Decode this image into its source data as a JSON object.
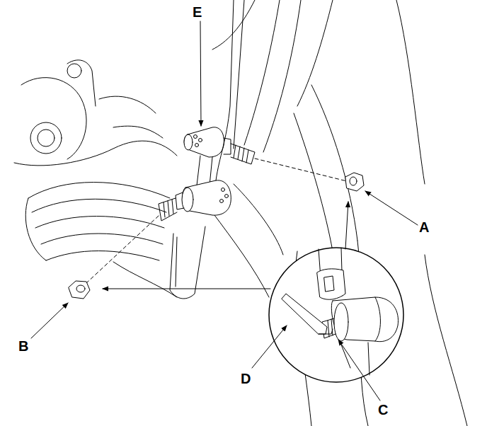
{
  "diagram": {
    "labels": [
      "E",
      "A",
      "B",
      "D",
      "C"
    ]
  }
}
